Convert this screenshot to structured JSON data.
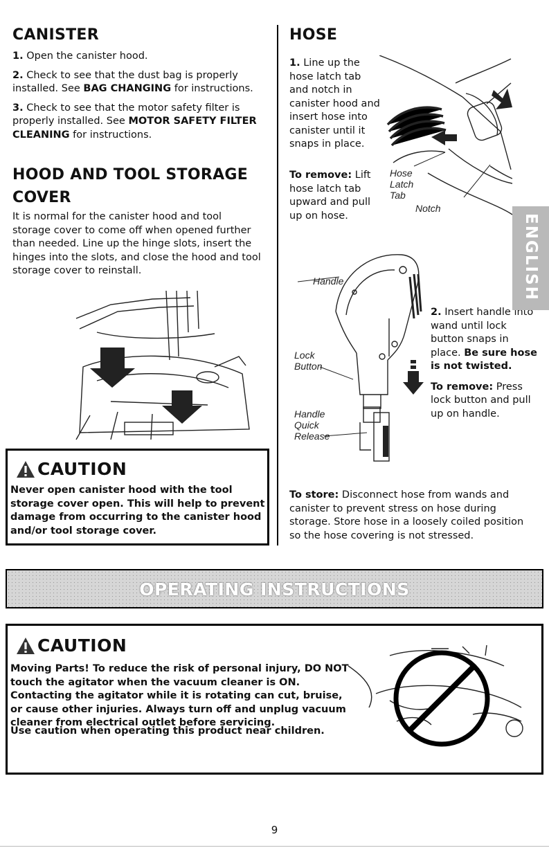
{
  "canister": {
    "title": "CANISTER",
    "steps": [
      {
        "num": "1.",
        "text": "Open the canister hood."
      },
      {
        "num": "2.",
        "pre": "Check to see that the dust bag is properly installed. See ",
        "bold": "BAG CHANGING",
        "post": " for instructions."
      },
      {
        "num": "3.",
        "pre": "Check to see that the motor safety filter is properly installed. See ",
        "bold": "MOTOR SAFETY FILTER CLEANING",
        "post": " for instructions."
      }
    ]
  },
  "hood": {
    "title_line1": "HOOD AND TOOL STORAGE",
    "title_line2": "COVER",
    "text": "It is normal for the canister hood and tool storage cover to come off when opened further than needed. Line up the hinge slots, insert the hinges into the slots, and close the hood and tool storage cover to reinstall."
  },
  "caution1": {
    "heading": "CAUTION",
    "text": "Never open canister hood with the tool storage cover open. This will help to prevent damage from occurring to the canister hood and/or tool storage cover."
  },
  "hose": {
    "title": "HOSE",
    "step1_num": "1.",
    "step1_text": "Line up the hose latch tab and notch in canister hood and insert hose into canister until it snaps in place.",
    "remove1_label": "To remove:",
    "remove1_text": " Lift hose latch tab upward and pull up on hose.",
    "labels": {
      "hose_latch_tab_1": "Hose",
      "hose_latch_tab_2": "Latch",
      "hose_latch_tab_3": "Tab",
      "notch": "Notch"
    },
    "step2_num": "2.",
    "step2_text": " Insert handle into wand until lock button snaps in place. ",
    "step2_bold": "Be sure hose is not twisted.",
    "remove2_label": "To remove:",
    "remove2_text": " Press lock button and pull up on handle.",
    "handle_labels": {
      "handle": "Handle",
      "lock1": "Lock",
      "lock2": "Button",
      "hqr1": "Handle",
      "hqr2": "Quick",
      "hqr3": "Release"
    },
    "store_label": "To store:",
    "store_text": " Disconnect hose from wands and canister to prevent stress on hose during storage. Store hose in a loosely coiled position so the hose covering is not stressed."
  },
  "side_tab": "ENGLISH",
  "banner": "OPERATING INSTRUCTIONS",
  "caution2": {
    "heading": "CAUTION",
    "text1": "Moving Parts! To reduce the risk of personal injury, DO NOT touch the agitator when the vacuum cleaner is ON. Contacting the agitator while it is rotating can cut, bruise, or cause other injuries. Always turn off and unplug vacuum cleaner from electrical outlet before servicing.",
    "text2": "Use caution when operating this product near children."
  },
  "page_number": "9",
  "colors": {
    "side_tab": "#b9b9b9",
    "banner": "#d6d6d6"
  }
}
